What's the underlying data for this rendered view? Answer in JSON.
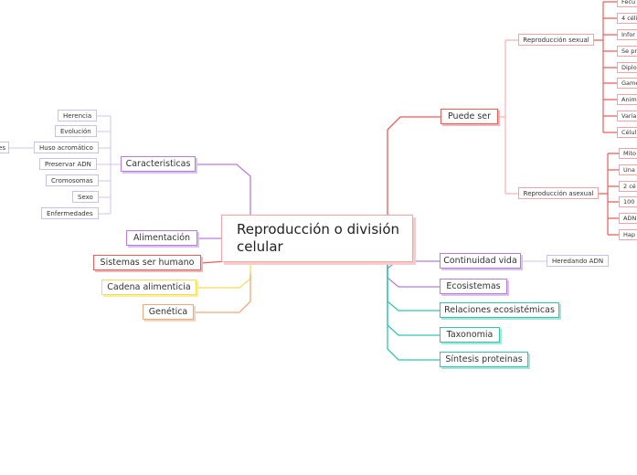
{
  "central": "Reproducción o división celular",
  "left": {
    "caracteristicas": {
      "label": "Caracteristicas",
      "children": [
        "Herencia",
        "Evolución",
        "Huso acromático",
        "Preservar ADN",
        "Cromosomas",
        "Sexo",
        "Enfermedades"
      ],
      "partial": "es"
    },
    "alimentacion": "Alimentación",
    "sistemas": "Sistemas ser humano",
    "cadena": "Cadena alimenticia",
    "genetica": "Genética"
  },
  "right": {
    "puede_ser": "Puede ser",
    "sexual": {
      "label": "Reproducción sexual",
      "children": [
        "Fecu",
        "4 céli",
        "Infor",
        "Se pr",
        "Diplo",
        "Game",
        "Anim",
        "Varia",
        "Célul"
      ]
    },
    "asexual": {
      "label": "Reproducción asexual",
      "children": [
        "Mito",
        "Una",
        "2 cé",
        "100",
        "ADN",
        "Hap"
      ]
    },
    "continuidad": "Continuidad vida",
    "heredando": "Heredando ADN",
    "ecosistemas": "Ecosistemas",
    "relaciones": "Relaciones ecosistémicas",
    "taxonomia": "Taxonomia",
    "sintesis": "Síntesis proteinas"
  },
  "colors": {
    "red": "#ee5b5b",
    "purple": "#b97be0",
    "yellow": "#f4dd55",
    "orange": "#f0a87a",
    "teal": "#2fc7b0",
    "lavender": "#c8c0ee",
    "pink": "#f3a3a3"
  }
}
